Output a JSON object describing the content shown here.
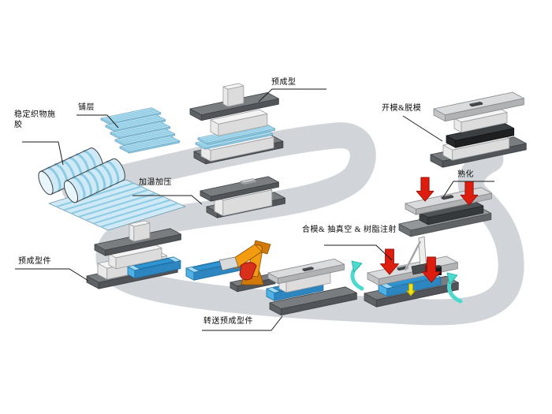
{
  "diagram": {
    "labels": {
      "sizing": "稳定织物施胶",
      "layup": "铺层",
      "preforming": "预成型",
      "heat_press": "加温加压",
      "open_demold": "开模&脱模",
      "curing": "熟化",
      "close_vacuum_inject": "合模& 抽真空 & 树脂注射",
      "preform_part": "预成型件",
      "transfer_preform": "转送预成型件"
    },
    "colors": {
      "background": "#ffffff",
      "path": "#d1d5da",
      "plate_dark_top": "#7a7d80",
      "plate_dark_left": "#5f6265",
      "plate_dark_front": "#515458",
      "slab_mid_top": "#94979a",
      "slab_mid_left": "#6f7275",
      "slab_mid_front": "#616467",
      "plate_light_top": "#d9dbdd",
      "plate_light_left": "#c2c4c6",
      "plate_light_front": "#b0b2b4",
      "body_top": "#f4f4f4",
      "body_left": "#eaeaea",
      "body_front": "#dcdcdc",
      "black_part_top": "#3c3f41",
      "black_part_side": "#26282a",
      "fabric": "#cfeaf6",
      "fabric_stripe": "#8ccbe4",
      "tray_rim": "#a6d9f2",
      "tray_top": "#2f95d2",
      "tray_left": "#4fb0e4",
      "tray_front": "#2e86c1",
      "robot_orange": "#f39c12",
      "robot_orange_dark": "#d2790a",
      "robot_red": "#d9301c",
      "arrow_red": "#de1d0f",
      "arrow_cyan": "#4ed9cf",
      "arrow_yellow": "#f0e414",
      "line": "#1a1a1a"
    }
  }
}
